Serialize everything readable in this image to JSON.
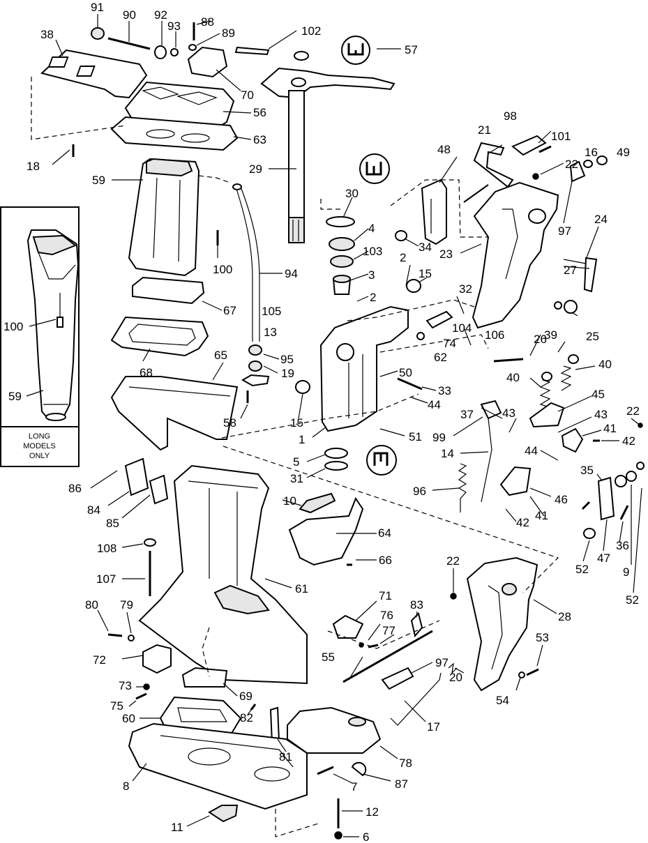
{
  "inset_note": {
    "line1": "LONG",
    "line2": "MODELS",
    "line3": "ONLY"
  },
  "callouts": [
    "91",
    "90",
    "92",
    "93",
    "88",
    "89",
    "102",
    "57",
    "38",
    "70",
    "56",
    "63",
    "18",
    "59",
    "29",
    "98",
    "21",
    "48",
    "101",
    "22",
    "16",
    "49",
    "30",
    "4",
    "103",
    "34",
    "23",
    "97",
    "24",
    "100",
    "94",
    "3",
    "2",
    "2",
    "15",
    "27",
    "32",
    "105",
    "13",
    "67",
    "68",
    "104",
    "74",
    "62",
    "106",
    "26",
    "25",
    "39",
    "40",
    "40",
    "95",
    "19",
    "50",
    "33",
    "44",
    "65",
    "45",
    "58",
    "15",
    "1",
    "51",
    "37",
    "99",
    "43",
    "43",
    "41",
    "22",
    "42",
    "44",
    "14",
    "5",
    "31",
    "35",
    "86",
    "84",
    "96",
    "10",
    "46",
    "64",
    "85",
    "108",
    "42",
    "41",
    "52",
    "47",
    "36",
    "9",
    "66",
    "107",
    "61",
    "22",
    "52",
    "71",
    "83",
    "28",
    "80",
    "79",
    "76",
    "77",
    "53",
    "72",
    "55",
    "97",
    "20",
    "54",
    "73",
    "69",
    "75",
    "60",
    "82",
    "81",
    "17",
    "78",
    "8",
    "7",
    "87",
    "12",
    "11",
    "6",
    "100",
    "59"
  ]
}
